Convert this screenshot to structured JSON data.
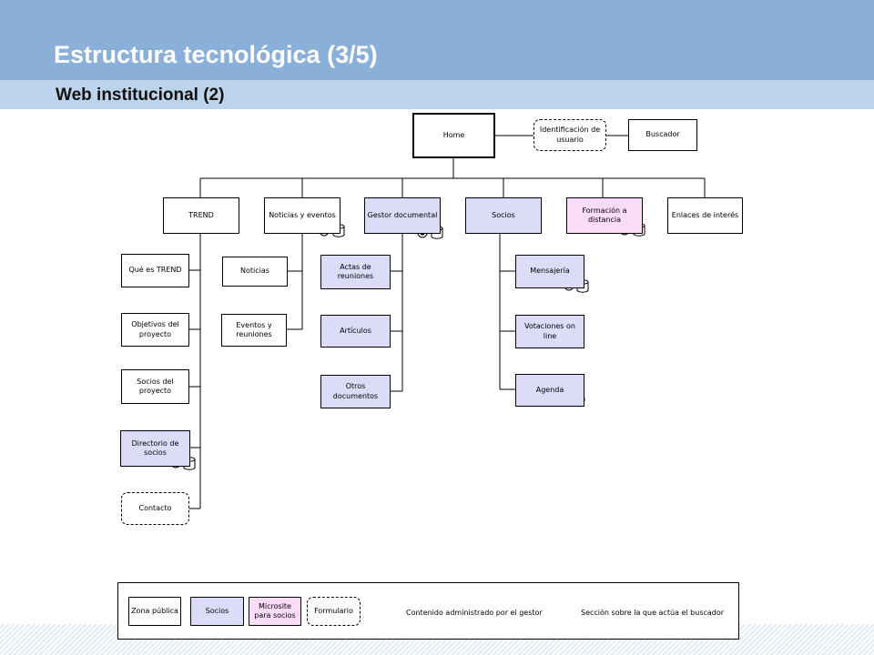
{
  "header": {
    "title": "Estructura tecnológica (3/5)",
    "subtitle": "Web institucional (2)"
  },
  "colors": {
    "header_band": "#8aafd8",
    "subheader_band": "#bcd3ec",
    "socios_fill": "#dcdcf8",
    "microsite_fill": "#f8dcf8"
  },
  "diagram": {
    "home": "Home",
    "identificacion": "Identificación de usuario",
    "buscador": "Buscador",
    "trend": "TREND",
    "noticias_eventos": "Noticias y eventos",
    "gestor": "Gestor documental",
    "socios": "Socios",
    "formacion": "Formación a distancia",
    "enlaces": "Enlaces de interés",
    "que_es": "Qué es TREND",
    "objetivos": "Objetivos del proyecto",
    "socios_proyecto": "Socios del proyecto",
    "directorio": "Directorio de socios",
    "contacto": "Contacto",
    "noticias": "Noticias",
    "eventos": "Eventos y reuniones",
    "actas": "Actas de reuniones",
    "articulos": "Artículos",
    "otros": "Otros documentos",
    "mensajeria": "Mensajería",
    "votaciones": "Votaciones on line",
    "agenda": "Agenda"
  },
  "legend": {
    "zona_publica": "Zona pública",
    "socios": "Socios",
    "microsite": "Microsite para socios",
    "formulario": "Formulario",
    "gestor_icon_text": "Contenido administrado por el gestor",
    "buscador_icon_text": "Sección sobre la que actúa el buscador"
  }
}
